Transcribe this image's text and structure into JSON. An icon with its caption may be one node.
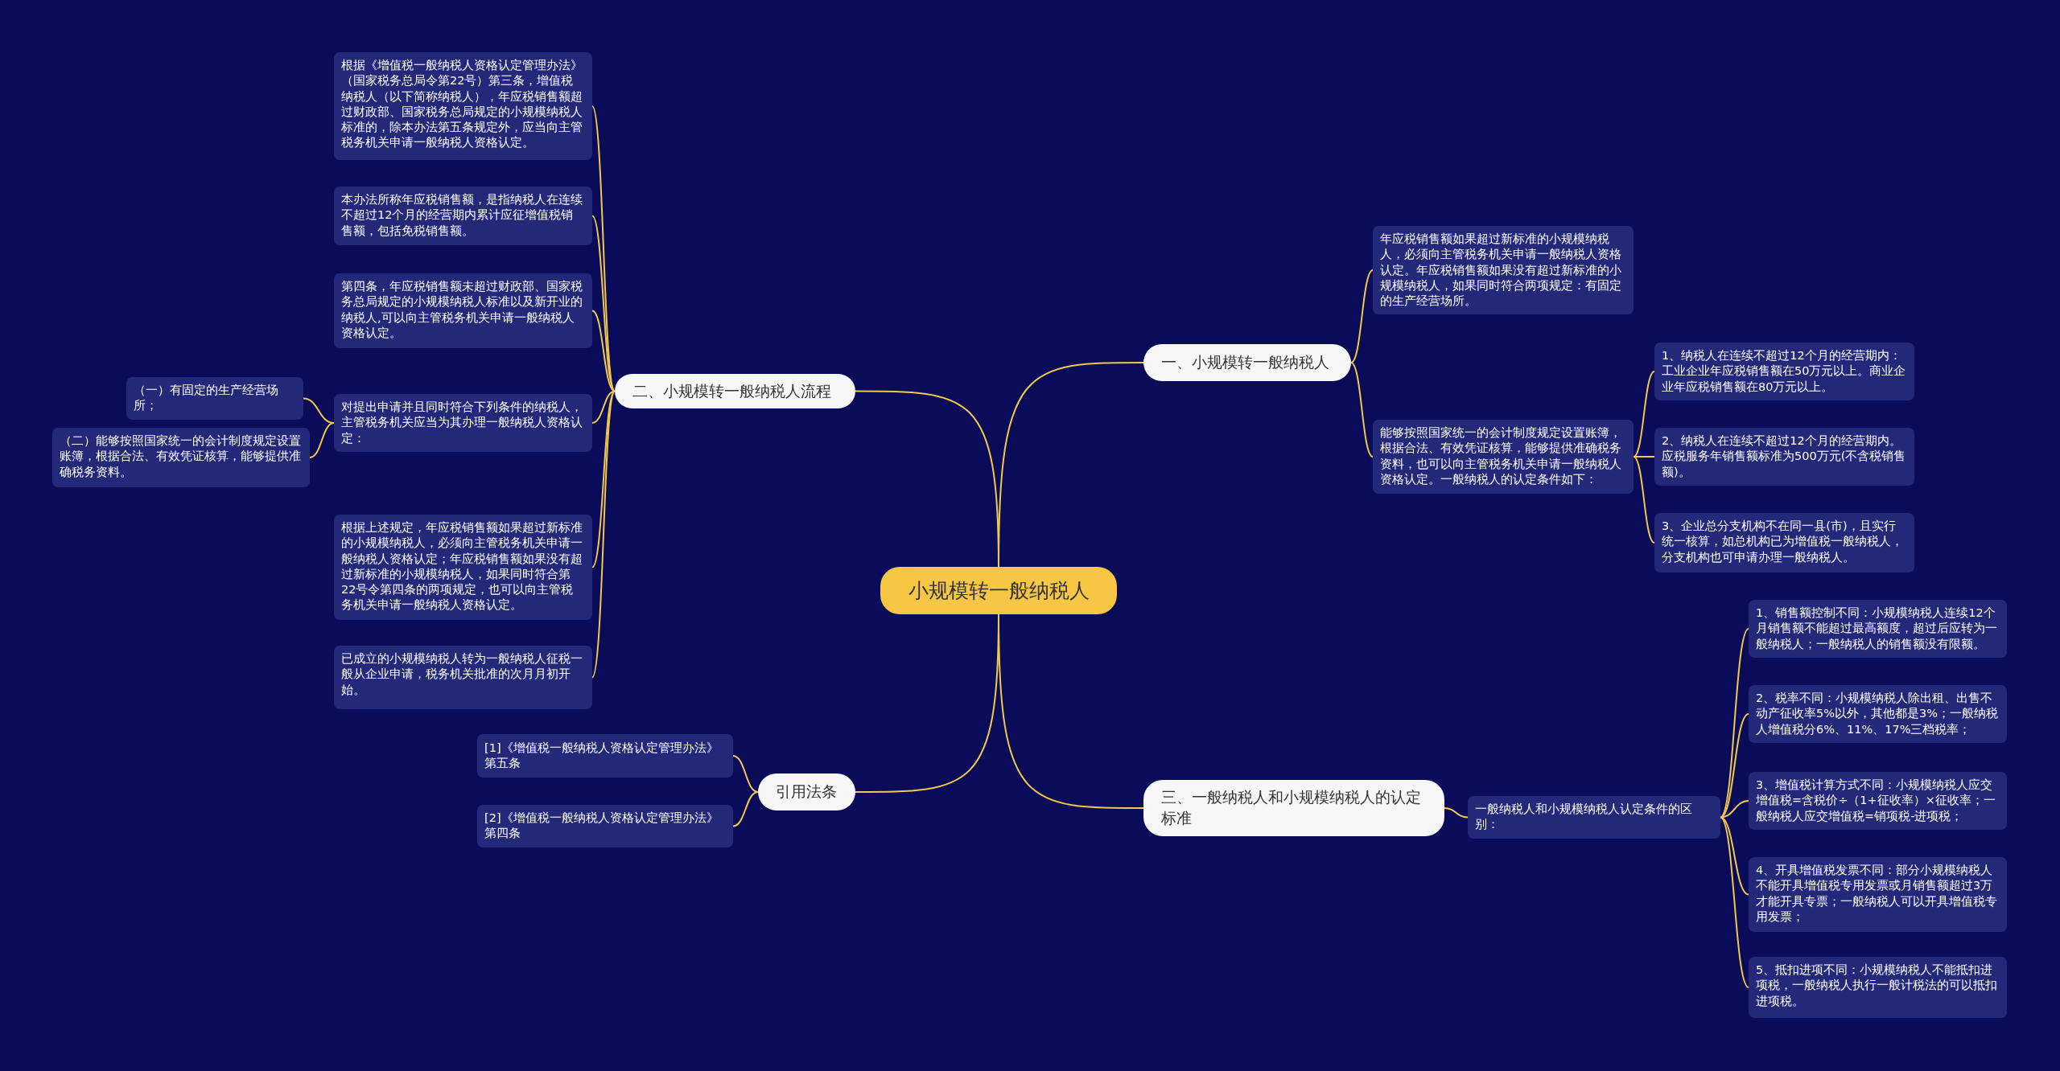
{
  "diagram": {
    "nodes": [
      {
        "text": [
          "小规模转一般纳税人"
        ]
      },
      {
        "text": [
          "一、小规模转一般纳税人"
        ]
      },
      {
        "text": [
          "年应税销售额如果超过新标准的小规模纳税人，必须向主管税务机关申请一般纳税人资格认定。年应税销售额如果没有超过新标准的小规模纳税人，如果同时符合两项规定：有固定的生产经营场所。"
        ]
      },
      {
        "text": [
          "能够按照国家统一的会计制度规定设置账簿，根据合法、有效凭证核算，能够提供准确税务资料，也可以向主管税务机关申请一般纳税人资格认定。一般纳税人的认定条件如下："
        ]
      },
      {
        "text": [
          "1、纳税人在连续不超过12个月的经营期内：工业企业年应税销售额在50万元以上。商业企业年应税销售额在80万元以上。"
        ]
      },
      {
        "text": [
          "2、纳税人在连续不超过12个月的经营期内。应税服务年销售额标准为500万元(不含税销售额)。"
        ]
      },
      {
        "text": [
          "3、企业总分支机构不在同一县(市)，且实行统一核算，如总机构已为增值税一般纳税人，分支机构也可申请办理一般纳税人。"
        ]
      },
      {
        "text": [
          "二、小规模转一般纳税人流程"
        ]
      },
      {
        "text": [
          "根据《增值税一般纳税人资格认定管理办法》（国家税务总局令第22号）第三条，增值税纳税人（以下简称纳税人），年应税销售额超过财政部、国家税务总局规定的小规模纳税人标准的，除本办法第五条规定外，应当向主管税务机关申请一般纳税人资格认定。"
        ]
      },
      {
        "text": [
          "本办法所称年应税销售额，是指纳税人在连续不超过12个月的经营期内累计应征增值税销售额，包括免税销售额。"
        ]
      },
      {
        "text": [
          "第四条，年应税销售额未超过财政部、国家税务总局规定的小规模纳税人标准以及新开业的纳税人,可以向主管税务机关申请一般纳税人资格认定。"
        ]
      },
      {
        "text": [
          "对提出申请并且同时符合下列条件的纳税人，主管税务机关应当为其办理一般纳税人资格认定："
        ]
      },
      {
        "text": [
          "（一）有固定的生产经营场所；"
        ]
      },
      {
        "text": [
          "（二）能够按照国家统一的会计制度规定设置账簿，根据合法、有效凭证核算，能够提供准确税务资料。"
        ]
      },
      {
        "text": [
          "根据上述规定，年应税销售额如果超过新标准的小规模纳税人，必须向主管税务机关申请一般纳税人资格认定；年应税销售额如果没有超过新标准的小规模纳税人，如果同时符合第22号令第四条的两项规定，也可以向主管税务机关申请一般纳税人资格认定。"
        ]
      },
      {
        "text": [
          "已成立的小规模纳税人转为一般纳税人征税一般从企业申请，税务机关批准的次月月初开始。"
        ]
      },
      {
        "text": [
          "三、一般纳税人和小规模纳税人的认定标准"
        ]
      },
      {
        "text": [
          "一般纳税人和小规模纳税人认定条件的区别："
        ]
      },
      {
        "text": [
          "1、销售额控制不同：小规模纳税人连续12个月销售额不能超过最高额度，超过后应转为一般纳税人；一般纳税人的销售额没有限额。"
        ]
      },
      {
        "text": [
          "2、税率不同：小规模纳税人除出租、出售不动产征收率5%以外，其他都是3%；一般纳税人增值税分6%、11%、17%三档税率；"
        ]
      },
      {
        "text": [
          "3、增值税计算方式不同：小规模纳税人应交增值税=含税价÷（1+征收率）×征收率；一般纳税人应交增值税=销项税-进项税；"
        ]
      },
      {
        "text": [
          "4、开具增值税发票不同：部分小规模纳税人不能开具增值税专用发票或月销售额超过3万才能开具专票；一般纳税人可以开具增值税专用发票；"
        ]
      },
      {
        "text": [
          "5、抵扣进项不同：小规模纳税人不能抵扣进项税，一般纳税人执行一般计税法的可以抵扣进项税。"
        ]
      },
      {
        "text": [
          "引用法条"
        ]
      },
      {
        "text": [
          "[1]《增值税一般纳税人资格认定管理办法》第五条"
        ]
      },
      {
        "text": [
          "[2]《增值税一般纳税人资格认定管理办法》第四条"
        ]
      }
    ],
    "edges": [
      {
        "from": 0,
        "to": 1,
        "arrow": "none"
      },
      {
        "from": 0,
        "to": 7,
        "arrow": "none"
      },
      {
        "from": 0,
        "to": 16,
        "arrow": "none"
      },
      {
        "from": 0,
        "to": 23,
        "arrow": "none"
      },
      {
        "from": 1,
        "to": 2,
        "arrow": "none"
      },
      {
        "from": 1,
        "to": 3,
        "arrow": "none"
      },
      {
        "from": 3,
        "to": 4,
        "arrow": "none"
      },
      {
        "from": 3,
        "to": 5,
        "arrow": "none"
      },
      {
        "from": 3,
        "to": 6,
        "arrow": "none"
      },
      {
        "from": 7,
        "to": 8,
        "arrow": "none"
      },
      {
        "from": 7,
        "to": 9,
        "arrow": "none"
      },
      {
        "from": 7,
        "to": 10,
        "arrow": "none"
      },
      {
        "from": 7,
        "to": 11,
        "arrow": "none"
      },
      {
        "from": 7,
        "to": 14,
        "arrow": "none"
      },
      {
        "from": 7,
        "to": 15,
        "arrow": "none"
      },
      {
        "from": 11,
        "to": 12,
        "arrow": "none"
      },
      {
        "from": 11,
        "to": 13,
        "arrow": "none"
      },
      {
        "from": 16,
        "to": 17,
        "arrow": "none"
      },
      {
        "from": 17,
        "to": 18,
        "arrow": "none"
      },
      {
        "from": 17,
        "to": 19,
        "arrow": "none"
      },
      {
        "from": 17,
        "to": 20,
        "arrow": "none"
      },
      {
        "from": 17,
        "to": 21,
        "arrow": "none"
      },
      {
        "from": 17,
        "to": 22,
        "arrow": "none"
      },
      {
        "from": 23,
        "to": 24,
        "arrow": "none"
      },
      {
        "from": 23,
        "to": 25,
        "arrow": "none"
      }
    ]
  }
}
